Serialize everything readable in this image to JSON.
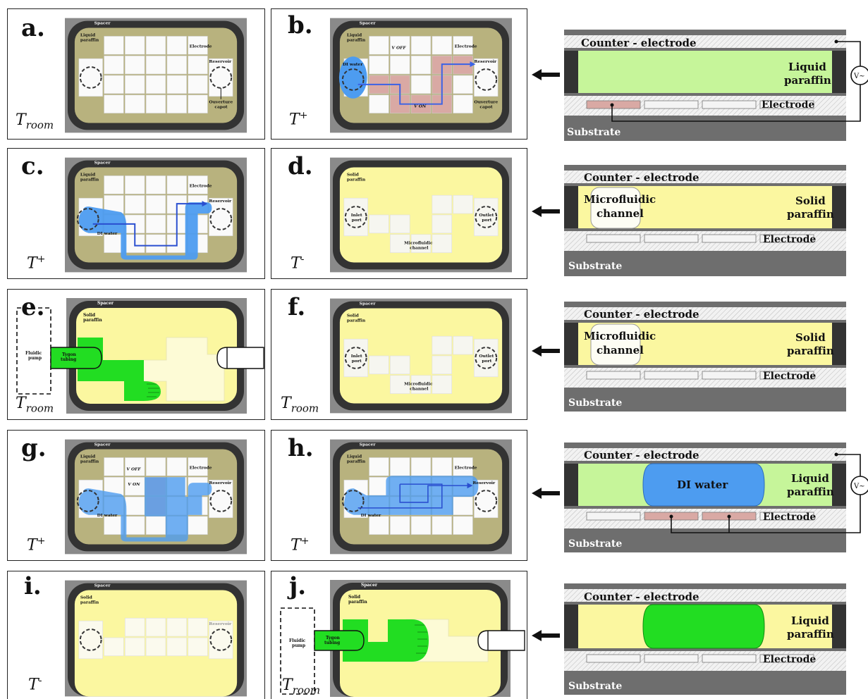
{
  "panels": {
    "a": {
      "letter": "a.",
      "temp_base": "T",
      "temp_sub": "room",
      "temp_sup": "",
      "spacer": "Spacer",
      "paraffin_1": "Liquid",
      "paraffin_2": "paraffin",
      "electrode": "Electrode",
      "reservoir": "Reservoir",
      "cap_1": "Ouverture",
      "cap_2": "capot"
    },
    "b": {
      "letter": "b.",
      "temp_base": "T",
      "temp_sub": "",
      "temp_sup": "+",
      "spacer": "Spacer",
      "paraffin_1": "Liquid",
      "paraffin_2": "paraffin",
      "voff": "V OFF",
      "von": "V ON",
      "electrode": "Electrode",
      "reservoir": "Reservoir",
      "cap_1": "Ouverture",
      "cap_2": "capot",
      "di": "DI water"
    },
    "c": {
      "letter": "c.",
      "temp_base": "T",
      "temp_sub": "",
      "temp_sup": "+",
      "spacer": "Spacer",
      "paraffin_1": "Liquid",
      "paraffin_2": "paraffin",
      "electrode": "Electrode",
      "reservoir": "Reservoir",
      "di": "DI water"
    },
    "d": {
      "letter": "d.",
      "temp_base": "T",
      "temp_sub": "",
      "temp_sup": "-",
      "spacer": "",
      "paraffin_1": "Solid",
      "paraffin_2": "paraffin",
      "inlet_1": "Inlet",
      "inlet_2": "port",
      "outlet_1": "Outlet",
      "outlet_2": "port",
      "channel_1": "Microfluidic",
      "channel_2": "channel"
    },
    "e": {
      "letter": "e.",
      "temp_base": "T",
      "temp_sub": "room",
      "temp_sup": "",
      "spacer": "Spacer",
      "paraffin_1": "Solid",
      "paraffin_2": "paraffin",
      "pump_1": "Fluidic",
      "pump_2": "pump",
      "tygon_1": "Tygon",
      "tygon_2": "tubing"
    },
    "f": {
      "letter": "f.",
      "temp_base": "T",
      "temp_sub": "room",
      "temp_sup": "",
      "spacer": "Spacer",
      "paraffin_1": "Solid",
      "paraffin_2": "paraffin",
      "inlet_1": "Inlet",
      "inlet_2": "port",
      "outlet_1": "Outlet",
      "outlet_2": "port",
      "channel_1": "Microfluidic",
      "channel_2": "channel"
    },
    "g": {
      "letter": "g.",
      "temp_base": "T",
      "temp_sub": "",
      "temp_sup": "+",
      "spacer": "Spacer",
      "paraffin_1": "Liquid",
      "paraffin_2": "paraffin",
      "voff": "V OFF",
      "von": "V ON",
      "electrode": "Electrode",
      "reservoir": "Reservoir",
      "di": "DI water"
    },
    "h": {
      "letter": "h.",
      "temp_base": "T",
      "temp_sub": "",
      "temp_sup": "+",
      "spacer": "Spacer",
      "paraffin_1": "Liquid",
      "paraffin_2": "paraffin",
      "electrode": "Electrode",
      "reservoir": "Reservoir",
      "di": "DI water"
    },
    "i": {
      "letter": "i.",
      "temp_base": "T",
      "temp_sub": "",
      "temp_sup": "-",
      "spacer": "Spacer",
      "paraffin_1": "Solid",
      "paraffin_2": "paraffin",
      "reservoir": "Reservoir"
    },
    "j": {
      "letter": "j.",
      "temp_base": "T",
      "temp_sub": "room",
      "temp_sup": "",
      "spacer": "Spacer",
      "paraffin_1": "Solid",
      "paraffin_2": "paraffin",
      "pump_1": "Fluidic",
      "pump_2": "pump",
      "tygon_1": "Tygon",
      "tygon_2": "tubing"
    }
  },
  "sections": [
    {
      "counter": "Counter - electrode",
      "fill_1": "Liquid",
      "fill_2": "paraffin",
      "channel_1": "",
      "channel_2": "",
      "droplet": "",
      "electrode": "Electrode",
      "substrate": "Substrate",
      "voltage": "V~"
    },
    {
      "counter": "Counter - electrode",
      "fill_1": "Solid",
      "fill_2": "paraffin",
      "channel_1": "Microfluidic",
      "channel_2": "channel",
      "droplet": "",
      "electrode": "Electrode",
      "substrate": "Substrate",
      "voltage": ""
    },
    {
      "counter": "Counter - electrode",
      "fill_1": "Solid",
      "fill_2": "paraffin",
      "channel_1": "Microfluidic",
      "channel_2": "channel",
      "droplet": "",
      "electrode": "Electrode",
      "substrate": "Substrate",
      "voltage": ""
    },
    {
      "counter": "Counter - electrode",
      "fill_1": "Liquid",
      "fill_2": "paraffin",
      "channel_1": "",
      "channel_2": "",
      "droplet": "DI water",
      "electrode": "Electrode",
      "substrate": "Substrate",
      "voltage": "V~"
    },
    {
      "counter": "Counter - electrode",
      "fill_1": "Liquid",
      "fill_2": "paraffin",
      "channel_1": "",
      "channel_2": "",
      "droplet": "",
      "electrode": "Electrode",
      "substrate": "Substrate",
      "voltage": ""
    }
  ],
  "colors": {
    "liquid_paraffin": "#b8b27e",
    "solid_paraffin": "#fbf7a0",
    "liquid_section": "#c6f59a",
    "di_water": "#4d9cf0",
    "green_fluid": "#22dd22",
    "active_electrode": "#d9a9a4",
    "chip_border": "#333333",
    "chip_outer": "#8a8a8a"
  }
}
